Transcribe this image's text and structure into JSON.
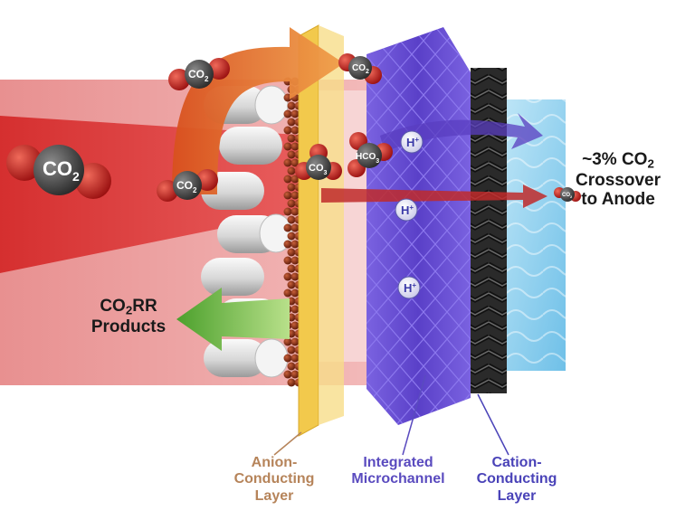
{
  "diagram": {
    "molecules": {
      "co2": "CO",
      "co2_sub": "2",
      "carbonate": "CO",
      "carbonate_sub": "3",
      "bicarbonate": "HCO",
      "bicarbonate_sub": "3",
      "proton": "H",
      "proton_sup": "+"
    },
    "labels": {
      "crossover_line1_main": "~3% CO",
      "crossover_line1_sub": "2",
      "crossover_line2": "Crossover",
      "crossover_line3": "to Anode",
      "products_line1_main": "CO",
      "products_line1_sub": "2",
      "products_line1_tail": "RR",
      "products_line2": "Products",
      "anion_line1": "Anion-",
      "anion_line2": "Conducting",
      "anion_line3": "Layer",
      "micro_line1": "Integrated",
      "micro_line2": "Microchannel",
      "cation_line1": "Cation-",
      "cation_line2": "Conducting",
      "cation_line3": "Layer"
    },
    "colors": {
      "co2_stream": "#d42a2a",
      "recirculation_arrow": "#e07a2a",
      "products_arrow": "#6cb83c",
      "anion_layer": "#f2c94c",
      "microchannel": "#6a4fd4",
      "cation_layer": "#2f2f2f",
      "anode_water": "#8fd0ef",
      "label_anion": "#b6845a",
      "label_micro": "#5a4bbf",
      "label_cation": "#4a43b8"
    }
  }
}
